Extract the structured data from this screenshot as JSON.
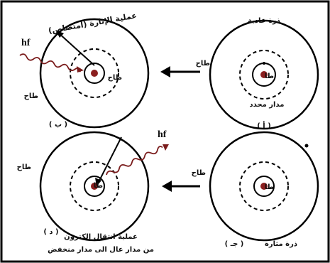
{
  "panels": {
    "a": {
      "title": "ذرة عادية",
      "letter": "( أ )",
      "caption": "مدار محدد",
      "orbit_outer": "طاح",
      "orbit_inner": "طا"
    },
    "b": {
      "title": "عملية الإثارة (امتصاص)",
      "letter": "( ب )",
      "photon": "hf",
      "orbit_outer": "طاح",
      "orbit_lower": "طاح"
    },
    "c": {
      "caption": "ذرة مثارة",
      "letter": "( جـ )",
      "orbit_outer": "طاح",
      "orbit_inner": "طا"
    },
    "d": {
      "title_line1": "عملية انتقال إلكترون",
      "title_line2": "من مدار عال الى مدار منخفض",
      "letter": "( د )",
      "photon": "hf",
      "orbit_outer": "طاح",
      "orbit_inner": "طا"
    }
  }
}
